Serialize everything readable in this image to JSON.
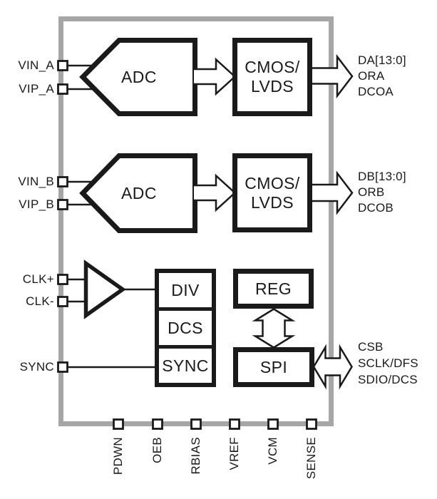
{
  "chip": {
    "blocks": {
      "adc_a": "ADC",
      "adc_b": "ADC",
      "cmos_lvds_a": {
        "line1": "CMOS/",
        "line2": "LVDS"
      },
      "cmos_lvds_b": {
        "line1": "CMOS/",
        "line2": "LVDS"
      },
      "clock_stack": {
        "div": "DIV",
        "dcs": "DCS",
        "sync": "SYNC"
      },
      "reg": "REG",
      "spi": "SPI"
    },
    "pins": {
      "left": [
        "VIN_A",
        "VIP_A",
        "VIN_B",
        "VIP_B",
        "CLK+",
        "CLK-",
        "SYNC"
      ],
      "bottom": [
        "PDWN",
        "OEB",
        "RBIAS",
        "VREF",
        "VCM",
        "SENSE"
      ]
    },
    "outputs": {
      "channel_a": [
        "DA[13:0]",
        "ORA",
        "DCOA"
      ],
      "channel_b": [
        "DB[13:0]",
        "ORB",
        "DCOB"
      ],
      "spi_bus": [
        "CSB",
        "SCLK/DFS",
        "SDIO/DCS"
      ]
    }
  },
  "colors": {
    "ink": "#1a1a1a",
    "chip_outline": "#a6a6a6"
  }
}
